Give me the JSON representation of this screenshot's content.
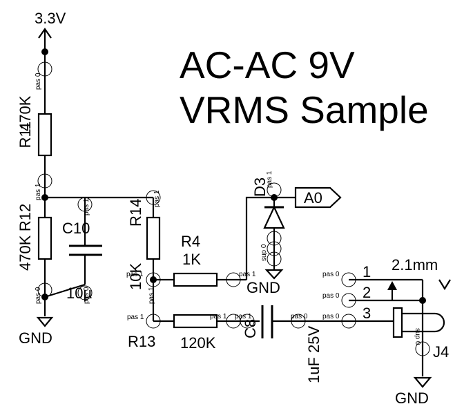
{
  "title": {
    "line1": "AC-AC 9V",
    "line2": "VRMS Sample"
  },
  "power": {
    "supply": "3.3V",
    "ground": "GND"
  },
  "net_label": "A0",
  "components": {
    "R11": {
      "ref": "R11",
      "value": "470K"
    },
    "R12": {
      "ref": "R12",
      "value": "470K"
    },
    "C10": {
      "ref": "C10",
      "value": "10µ"
    },
    "R14": {
      "ref": "R14",
      "value": "10K"
    },
    "R4": {
      "ref": "R4",
      "value": "1K"
    },
    "R13": {
      "ref": "R13",
      "value": "120K"
    },
    "D3": {
      "ref": "D3"
    },
    "C8": {
      "ref": "C8",
      "value": "1uF 25V"
    },
    "J4": {
      "ref": "J4",
      "value": "2.1mm"
    }
  },
  "connector_pins": [
    "1",
    "2",
    "3"
  ],
  "pin_tags": {
    "pas0": "pas 0",
    "pas1": "pas 1",
    "sup0": "sup 0",
    "pas0_ul": "pas 0",
    "pas1_ul": "pas 1",
    "pas0_mirror": "pas 0"
  },
  "colors": {
    "ink": "#000000",
    "background": "#ffffff"
  }
}
